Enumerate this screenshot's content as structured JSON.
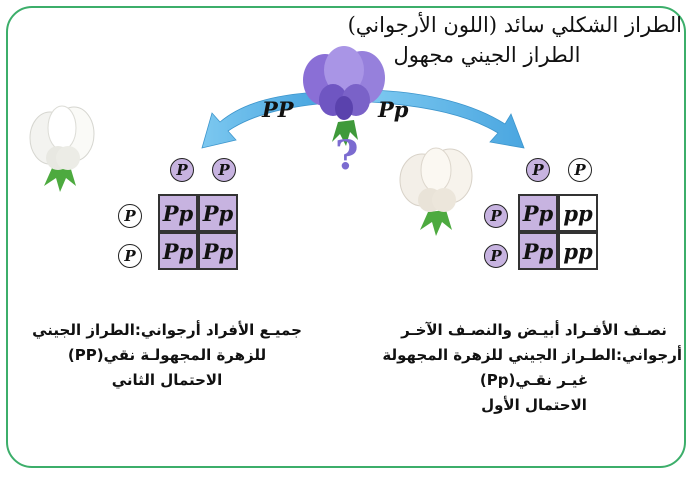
{
  "title": {
    "line1": "الطراز الشكلي سائد (اللون الأرجواني)",
    "line2": "الطراز الجيني مجهول"
  },
  "question_mark": "?",
  "genotypes": {
    "left_arrow": "PP",
    "right_arrow": "Pp"
  },
  "left_square": {
    "top_alleles": [
      "P",
      "P"
    ],
    "side_alleles": [
      "P",
      "P"
    ],
    "cells": [
      [
        "Pp",
        "Pp"
      ],
      [
        "Pp",
        "Pp"
      ]
    ]
  },
  "right_square": {
    "top_alleles": [
      "P",
      "P"
    ],
    "side_alleles": [
      "P",
      "P"
    ],
    "cells": [
      [
        "pp",
        "Pp"
      ],
      [
        "pp",
        "Pp"
      ]
    ]
  },
  "left_caption": {
    "line1": "جميـع الأفراد أرجواني:الطراز الجيني",
    "line2": "للزهرة المجهولـة نقي(PP)",
    "line3": "الاحتمال الثاني"
  },
  "right_caption": {
    "line1": "نصـف الأفـراد أبيـض والنصـف الآخـر",
    "line2": "أرجواني:الطـراز الجيني للزهرة المجهولة",
    "line3": "غيـر نقـي(Pp)",
    "line4": "الاحتمال الأول"
  },
  "colors": {
    "frame": "#3cae6a",
    "arrow": "#5ab4e6",
    "cell_purple": "#c7b3e0",
    "flower_purple": "#8a6fd6",
    "question": "#7b6bd0",
    "leaf": "#3f9a3a"
  }
}
